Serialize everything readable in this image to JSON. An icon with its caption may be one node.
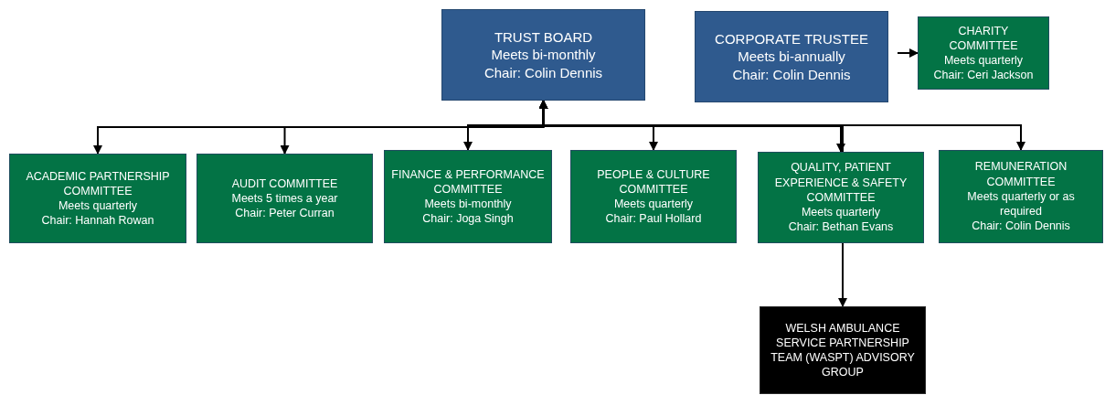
{
  "diagram": {
    "nodes": [
      {
        "text": [
          "TRUST BOARD",
          "Meets bi-monthly",
          "Chair: Colin Dennis"
        ]
      },
      {
        "text": [
          "CORPORATE TRUSTEE",
          "Meets bi-annually",
          "Chair: Colin Dennis"
        ]
      },
      {
        "text": [
          "CHARITY COMMITTEE",
          "Meets quarterly",
          "Chair: Ceri Jackson"
        ]
      },
      {
        "text": [
          "ACADEMIC PARTNERSHIP COMMITTEE",
          "Meets quarterly",
          "Chair: Hannah Rowan"
        ]
      },
      {
        "text": [
          "AUDIT COMMITTEE",
          "Meets 5 times a year",
          "Chair: Peter Curran"
        ]
      },
      {
        "text": [
          "FINANCE & PERFORMANCE COMMITTEE",
          "Meets bi-monthly",
          "Chair: Joga Singh"
        ]
      },
      {
        "text": [
          "PEOPLE & CULTURE COMMITTEE",
          "Meets quarterly",
          "Chair: Paul Hollard"
        ]
      },
      {
        "text": [
          "QUALITY, PATIENT EXPERIENCE & SAFETY COMMITTEE",
          "Meets quarterly",
          "Chair: Bethan Evans"
        ]
      },
      {
        "text": [
          "REMUNERATION COMMITTEE",
          "Meets quarterly or as required",
          "Chair: Colin Dennis"
        ]
      },
      {
        "text": [
          "WELSH AMBULANCE SERVICE PARTNERSHIP TEAM (WASPT) ADVISORY GROUP"
        ]
      }
    ],
    "edges": [
      {
        "from": 0,
        "to": 3,
        "arrow": "both"
      },
      {
        "from": 0,
        "to": 4,
        "arrow": "both"
      },
      {
        "from": 0,
        "to": 5,
        "arrow": "both"
      },
      {
        "from": 0,
        "to": 6,
        "arrow": "both"
      },
      {
        "from": 0,
        "to": 7,
        "arrow": "both"
      },
      {
        "from": 0,
        "to": 8,
        "arrow": "both"
      },
      {
        "from": 1,
        "to": 2,
        "arrow": "to"
      },
      {
        "from": 7,
        "to": 9,
        "arrow": "to"
      }
    ]
  }
}
